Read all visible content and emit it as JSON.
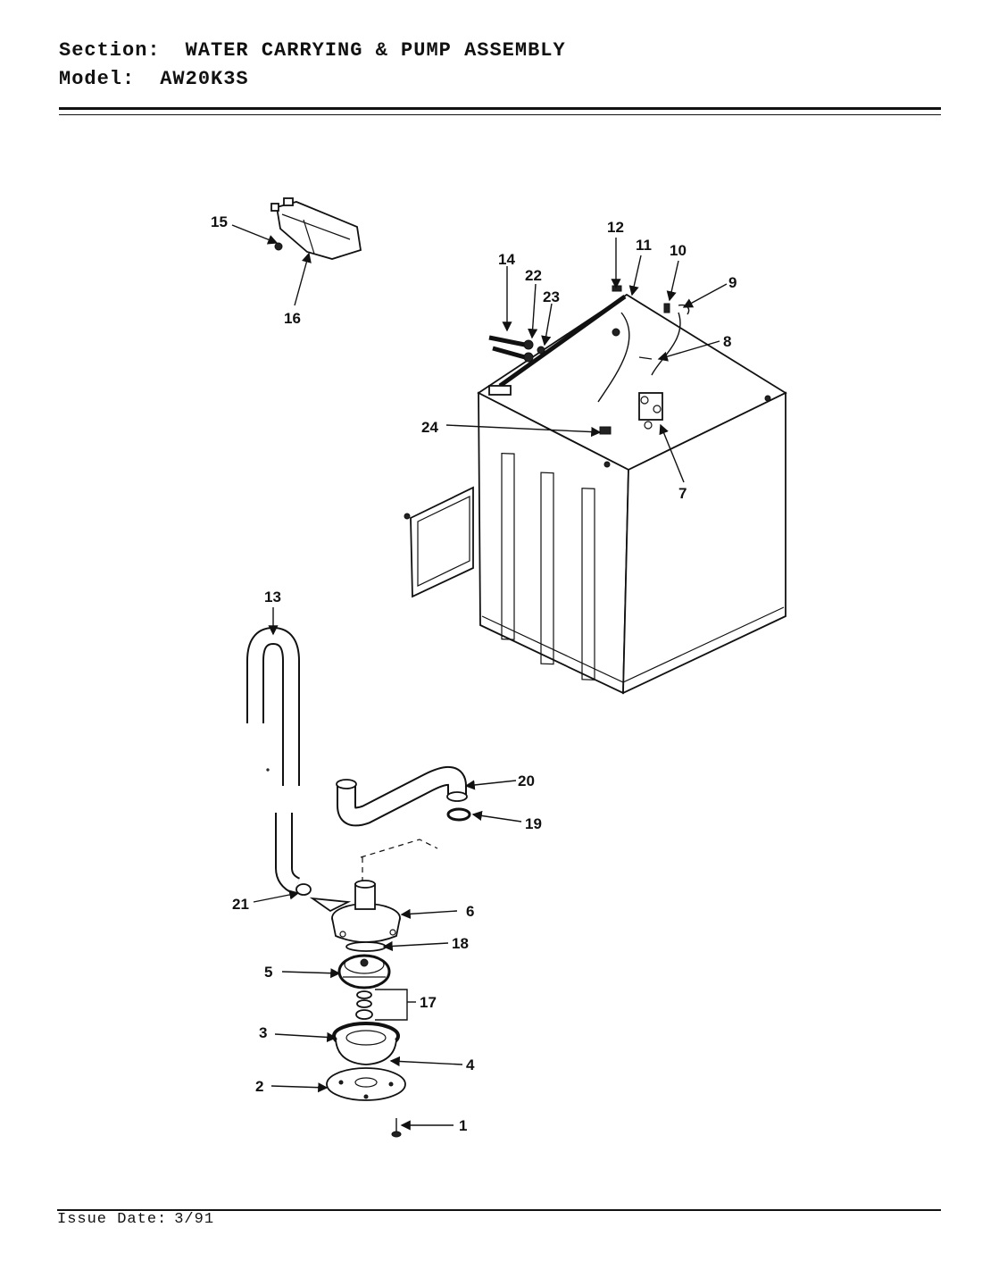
{
  "header": {
    "section_label": "Section:",
    "section_value": "WATER CARRYING & PUMP ASSEMBLY",
    "model_label": "Model:",
    "model_value": "AW20K3S"
  },
  "footer": {
    "issue_label": "Issue Date:",
    "issue_value": "3/91"
  },
  "callouts": [
    "1",
    "2",
    "3",
    "4",
    "5",
    "6",
    "7",
    "8",
    "9",
    "10",
    "11",
    "12",
    "13",
    "14",
    "15",
    "16",
    "17",
    "18",
    "19",
    "20",
    "21",
    "22",
    "23",
    "24"
  ]
}
